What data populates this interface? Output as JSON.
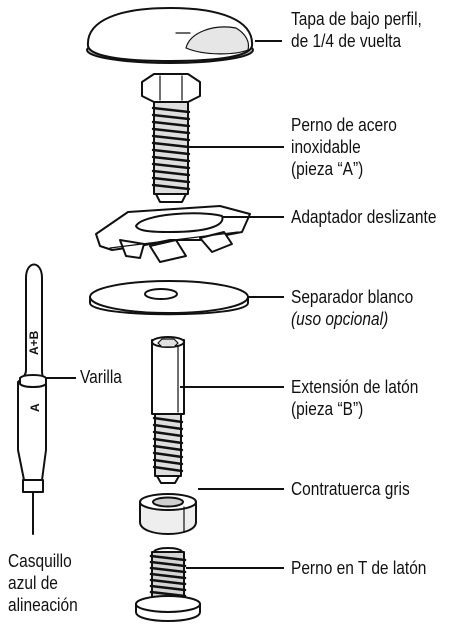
{
  "labels": {
    "tapa": [
      "Tapa de bajo perfil,",
      "de 1/4 de vuelta"
    ],
    "perno_acero": [
      "Perno de acero",
      "inoxidable",
      "(pieza “A”)"
    ],
    "adaptador": [
      "Adaptador deslizante"
    ],
    "separador": [
      "Separador blanco",
      "(uso opcional)"
    ],
    "varilla": [
      "Varilla"
    ],
    "extension": [
      "Extensión de latón",
      "(pieza “B”)"
    ],
    "contratuerca": [
      "Contratuerca gris"
    ],
    "casquillo": [
      "Casquillo",
      "azul de",
      "alineación"
    ],
    "perno_t": [
      "Perno en T de latón"
    ]
  },
  "rod_marks": {
    "upper": "A+B",
    "lower": "A"
  },
  "colors": {
    "ink": "#111111",
    "part_fill": "#ffffff",
    "shade": "#d8d8d8"
  }
}
